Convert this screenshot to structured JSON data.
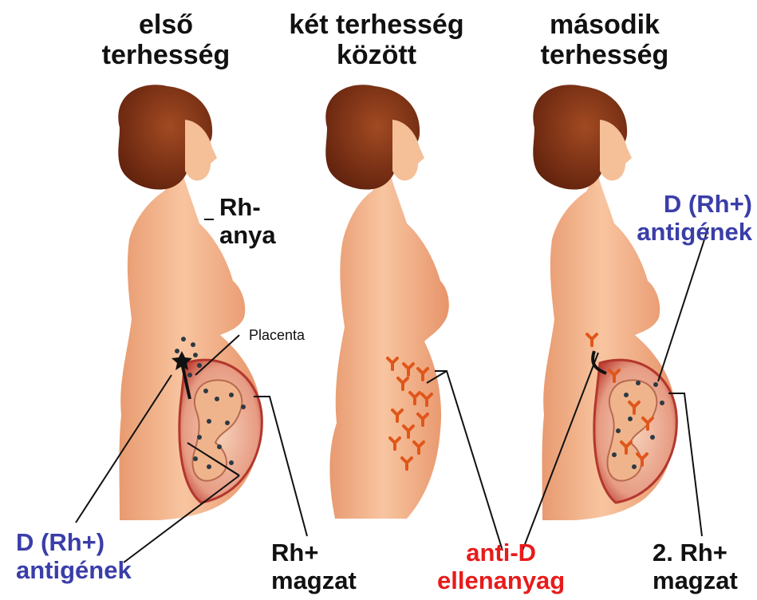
{
  "headers": {
    "first": "első\nterhesség",
    "between": "két terhesség\nközött",
    "second": "második\nterhesség"
  },
  "labels": {
    "rh_neg_mother": "Rh-\nanya",
    "placenta": "Placenta",
    "antigens_left": "D (Rh+)\nantigének",
    "fetus_left": "Rh+\nmagzat",
    "antibody": "anti-D\nellenanyag",
    "antigens_right": "D (Rh+)\nantigének",
    "fetus_right": "2. Rh+\nmagzat"
  },
  "colors": {
    "label_black": "#111111",
    "antigen_blue": "#3a3ea8",
    "antibody_red": "#e81b1b",
    "skin": "#f3b58f",
    "hair": "#7a2f15"
  }
}
